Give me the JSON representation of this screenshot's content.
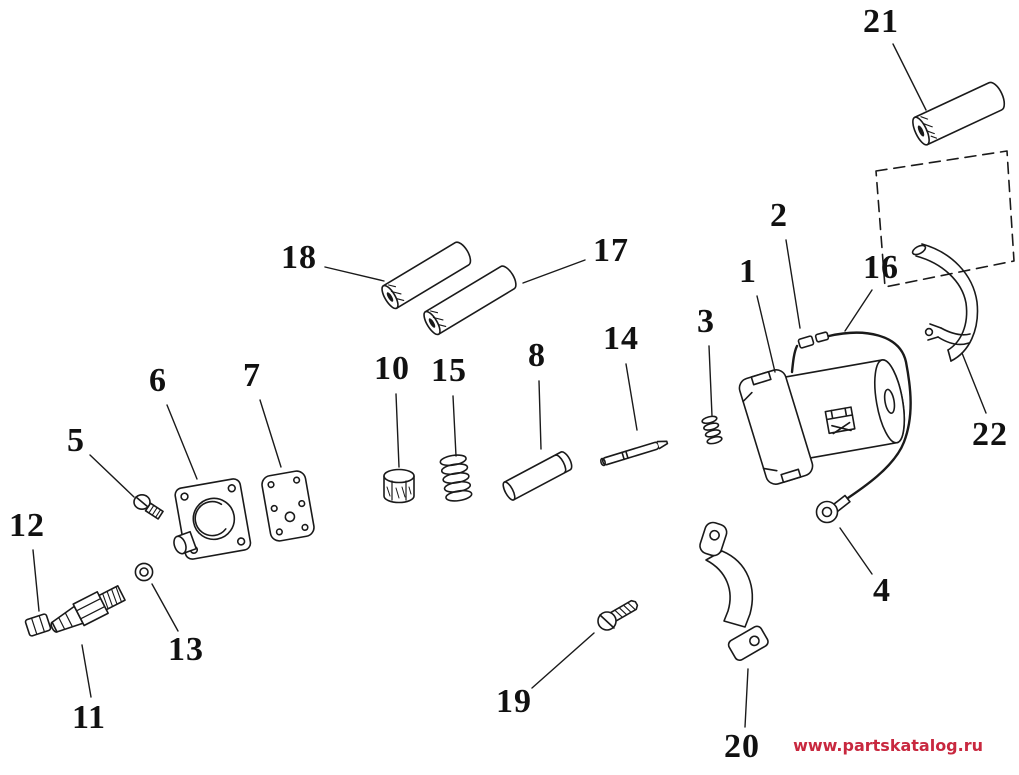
{
  "diagram": {
    "kind": "exploded-parts-line-drawing",
    "background_color": "#ffffff",
    "line_color": "#1a1a1a"
  },
  "watermark": {
    "text": "www.partskatalog.ru",
    "color": "#c8283f"
  },
  "callouts": [
    {
      "label": "1"
    },
    {
      "label": "2"
    },
    {
      "label": "3"
    },
    {
      "label": "4"
    },
    {
      "label": "5"
    },
    {
      "label": "6"
    },
    {
      "label": "7"
    },
    {
      "label": "8"
    },
    {
      "label": "10"
    },
    {
      "label": "11"
    },
    {
      "label": "12"
    },
    {
      "label": "13"
    },
    {
      "label": "14"
    },
    {
      "label": "15"
    },
    {
      "label": "16"
    },
    {
      "label": "17"
    },
    {
      "label": "18"
    },
    {
      "label": "19"
    },
    {
      "label": "20"
    },
    {
      "label": "21"
    },
    {
      "label": "22"
    }
  ]
}
